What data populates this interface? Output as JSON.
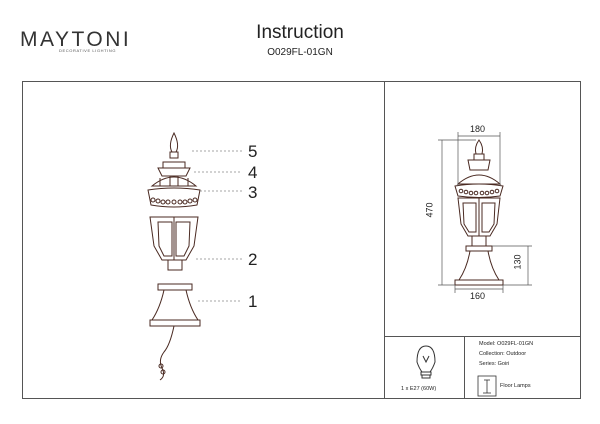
{
  "brand": {
    "name": "MAYTONI",
    "tagline": "DECORATIVE LIGHTING"
  },
  "header": {
    "title": "Instruction",
    "model": "O029FL-01GN"
  },
  "callouts": [
    "5",
    "4",
    "3",
    "2",
    "1"
  ],
  "dimensions": {
    "top_width": "180",
    "height": "470",
    "base_height": "130",
    "base_width": "160"
  },
  "info": {
    "model": "Model: O029FL-01GN",
    "collection": "Collection: Outdoor",
    "series": "Series: Goiri",
    "bulb": "1 x E27 (60W)",
    "category": "Floor Lamps"
  }
}
